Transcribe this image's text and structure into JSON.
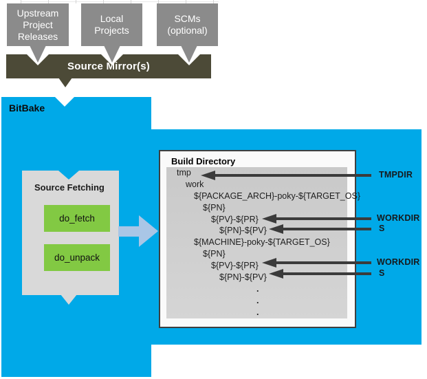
{
  "top_row": {
    "boxes": [
      {
        "label": "Upstream\nProject\nReleases"
      },
      {
        "label": "Local\nProjects"
      },
      {
        "label": "SCMs\n(optional)"
      }
    ]
  },
  "source_mirror": {
    "label": "Source Mirror(s)"
  },
  "bitbake": {
    "label": "BitBake"
  },
  "source_fetching": {
    "title": "Source Fetching",
    "tasks": [
      {
        "label": "do_fetch"
      },
      {
        "label": "do_unpack"
      }
    ]
  },
  "build_directory": {
    "title": "Build Directory",
    "tree": [
      "tmp",
      "work",
      "${PACKAGE_ARCH}-poky-${TARGET_OS}",
      "${PN}",
      "${PV}-${PR}",
      "${PN}-${PV}",
      "${MACHINE}-poky-${TARGET_OS}",
      "${PN}",
      "${PV}-${PR}",
      "${PN}-${PV}",
      ".",
      ".",
      "."
    ]
  },
  "annotations": [
    {
      "label": "TMPDIR"
    },
    {
      "label": "WORKDIR"
    },
    {
      "label": "S"
    },
    {
      "label": "WORKDIR"
    },
    {
      "label": "S"
    }
  ],
  "colors": {
    "bitbake_blue": "#00A9E8",
    "mirror_olive": "#4C4A37",
    "top_box_gray": "#8B8B8B",
    "panel_gray": "#D9D9D9",
    "inner_gray": "#CCCCCC",
    "task_green": "#82C943",
    "flow_arrow_blue": "#A9C6E6",
    "annotation_dark": "#3B3B3B"
  }
}
